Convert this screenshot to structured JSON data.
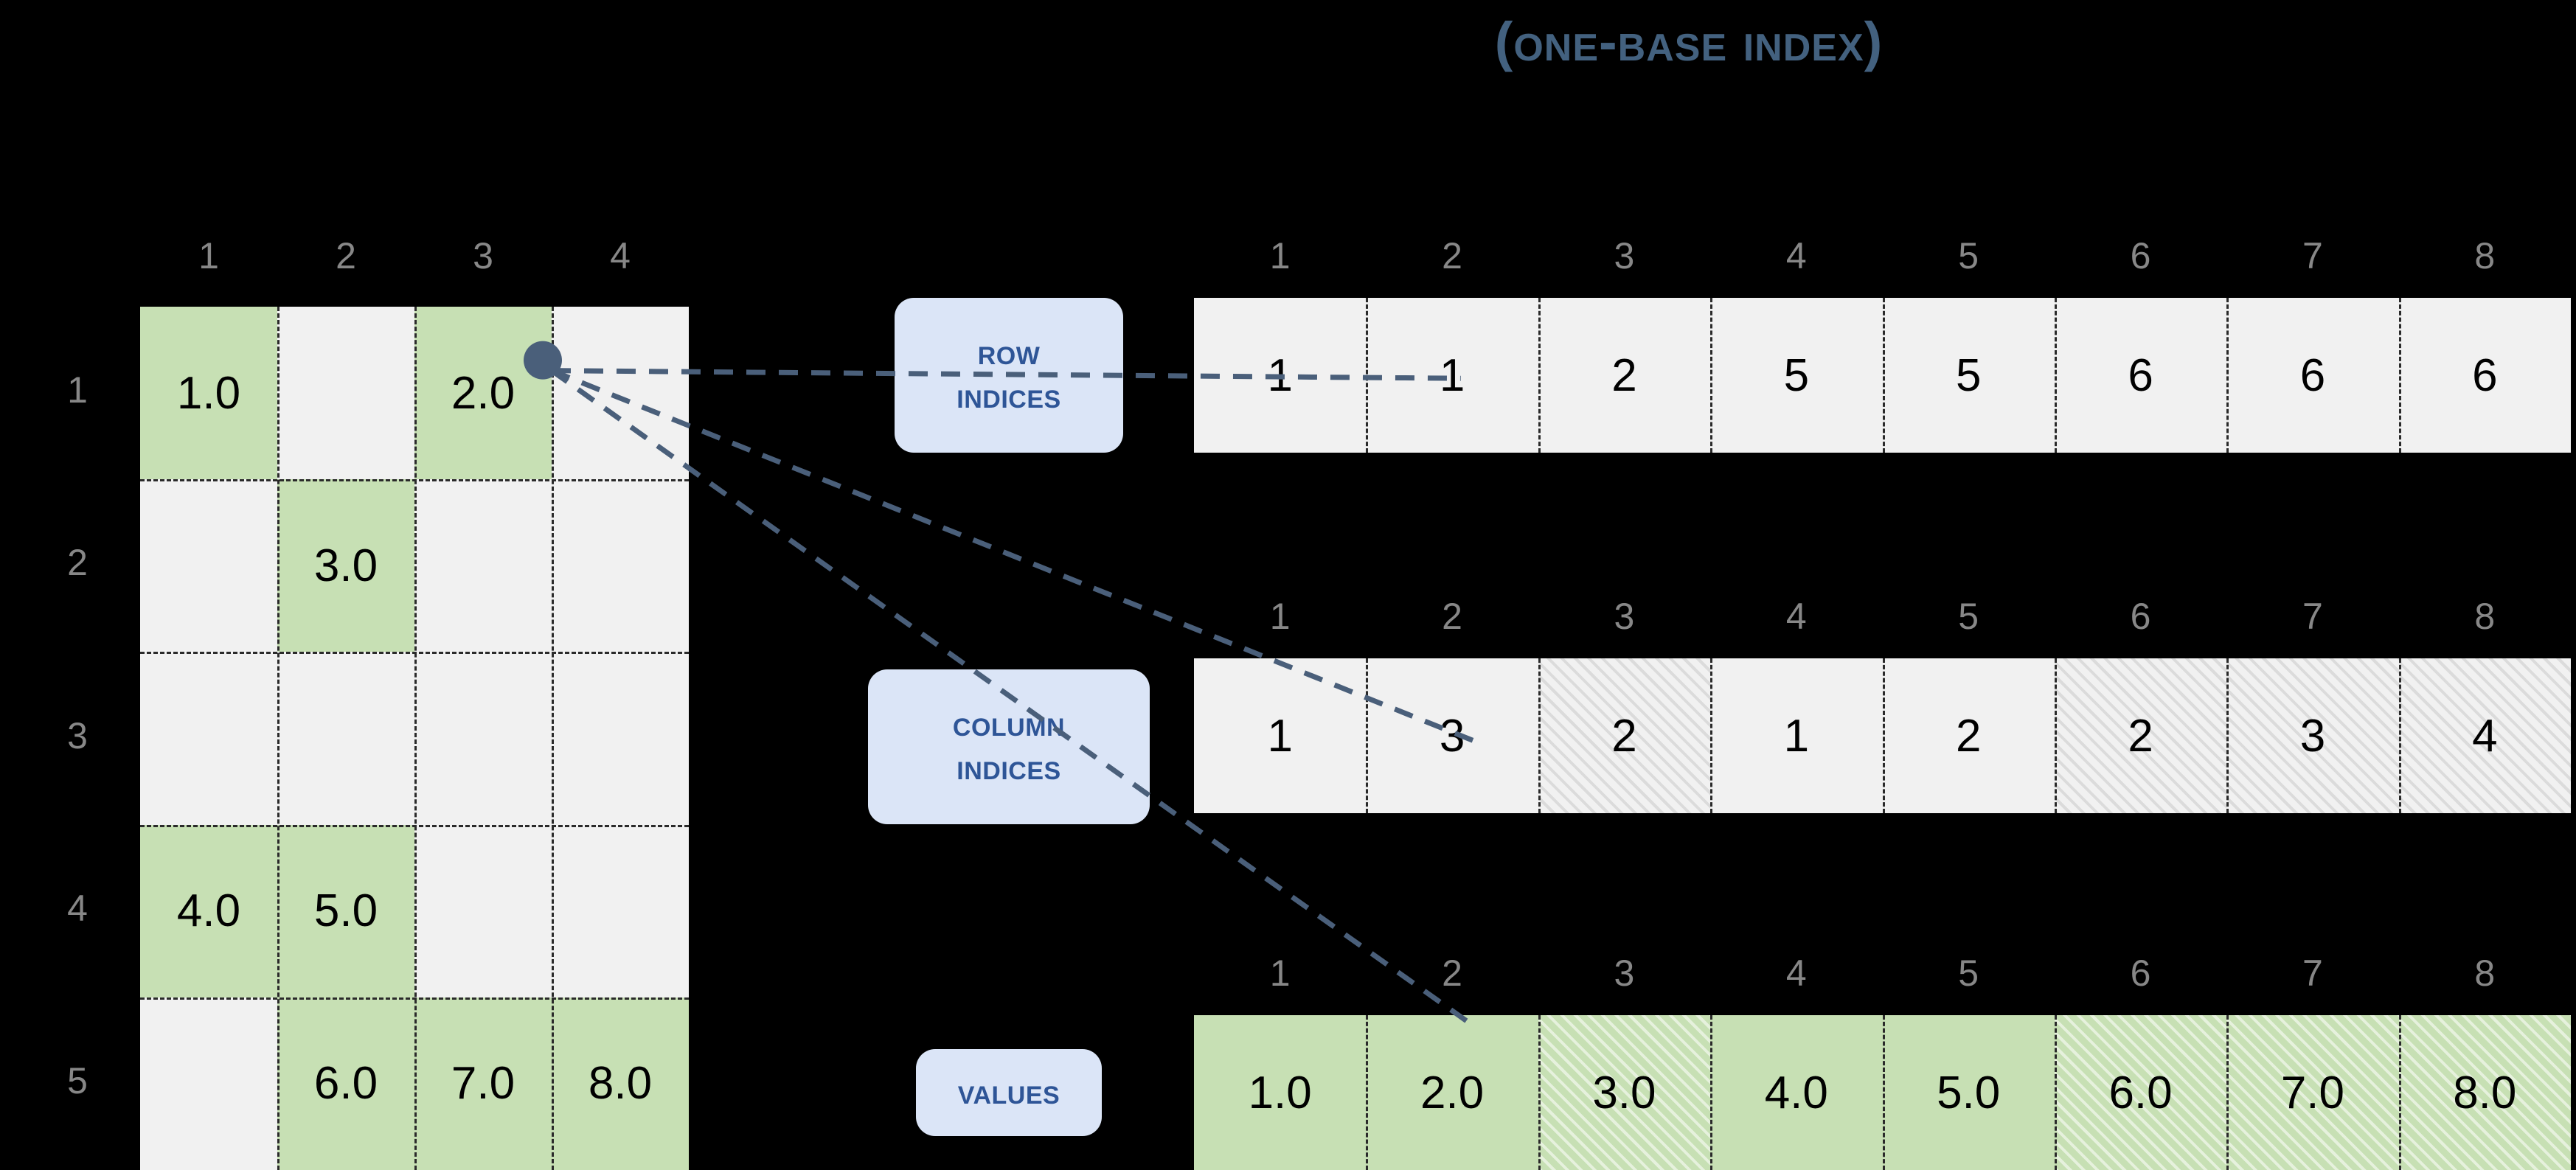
{
  "title": "(One-Base Index)",
  "colors": {
    "background": "#000000",
    "title_text": "#43617f",
    "cell_empty": "#f1f1f1",
    "cell_value": "#c7e0b4",
    "chip_bg": "#dbe5f7",
    "chip_text": "#2e5597",
    "index_label": "#878787",
    "connector": "#4a5f7a",
    "marker_dot": "#4a5f7a"
  },
  "matrix": {
    "column_headers": [
      "1",
      "2",
      "3",
      "4"
    ],
    "row_headers": [
      "1",
      "2",
      "3",
      "4",
      "5"
    ],
    "rows": [
      [
        {
          "value": "1.0",
          "filled": true
        },
        {
          "value": "",
          "filled": false
        },
        {
          "value": "2.0",
          "filled": true
        },
        {
          "value": "",
          "filled": false
        }
      ],
      [
        {
          "value": "",
          "filled": false
        },
        {
          "value": "3.0",
          "filled": true
        },
        {
          "value": "",
          "filled": false
        },
        {
          "value": "",
          "filled": false
        }
      ],
      [
        {
          "value": "",
          "filled": false
        },
        {
          "value": "",
          "filled": false
        },
        {
          "value": "",
          "filled": false
        },
        {
          "value": "",
          "filled": false
        }
      ],
      [
        {
          "value": "4.0",
          "filled": true
        },
        {
          "value": "5.0",
          "filled": true
        },
        {
          "value": "",
          "filled": false
        },
        {
          "value": "",
          "filled": false
        }
      ],
      [
        {
          "value": "",
          "filled": false
        },
        {
          "value": "6.0",
          "filled": true
        },
        {
          "value": "7.0",
          "filled": true
        },
        {
          "value": "8.0",
          "filled": true
        }
      ]
    ],
    "marker_cell": {
      "row": 1,
      "column": 3,
      "value": "2.0"
    }
  },
  "arrays": [
    {
      "id": "row-indices",
      "label_lines": [
        "Row",
        "Indices"
      ],
      "index_headers": [
        "1",
        "2",
        "3",
        "4",
        "5",
        "6",
        "7",
        "8"
      ],
      "cells": [
        {
          "value": "1",
          "hatched": false,
          "filled": false
        },
        {
          "value": "1",
          "hatched": false,
          "filled": false
        },
        {
          "value": "2",
          "hatched": false,
          "filled": false
        },
        {
          "value": "5",
          "hatched": false,
          "filled": false
        },
        {
          "value": "5",
          "hatched": false,
          "filled": false
        },
        {
          "value": "6",
          "hatched": false,
          "filled": false
        },
        {
          "value": "6",
          "hatched": false,
          "filled": false
        },
        {
          "value": "6",
          "hatched": false,
          "filled": false
        }
      ]
    },
    {
      "id": "column-indices",
      "label_lines": [
        "Column",
        "Indices"
      ],
      "index_headers": [
        "1",
        "2",
        "3",
        "4",
        "5",
        "6",
        "7",
        "8"
      ],
      "cells": [
        {
          "value": "1",
          "hatched": false,
          "filled": false
        },
        {
          "value": "3",
          "hatched": false,
          "filled": false
        },
        {
          "value": "2",
          "hatched": true,
          "filled": false
        },
        {
          "value": "1",
          "hatched": false,
          "filled": false
        },
        {
          "value": "2",
          "hatched": false,
          "filled": false
        },
        {
          "value": "2",
          "hatched": true,
          "filled": false
        },
        {
          "value": "3",
          "hatched": true,
          "filled": false
        },
        {
          "value": "4",
          "hatched": true,
          "filled": false
        }
      ]
    },
    {
      "id": "values",
      "label_lines": [
        "Values"
      ],
      "index_headers": [
        "1",
        "2",
        "3",
        "4",
        "5",
        "6",
        "7",
        "8"
      ],
      "cells": [
        {
          "value": "1.0",
          "hatched": false,
          "filled": true
        },
        {
          "value": "2.0",
          "hatched": false,
          "filled": true
        },
        {
          "value": "3.0",
          "hatched": true,
          "filled": true
        },
        {
          "value": "4.0",
          "hatched": false,
          "filled": true
        },
        {
          "value": "5.0",
          "hatched": false,
          "filled": true
        },
        {
          "value": "6.0",
          "hatched": true,
          "filled": true
        },
        {
          "value": "7.0",
          "hatched": true,
          "filled": true
        },
        {
          "value": "8.0",
          "hatched": true,
          "filled": true
        }
      ]
    }
  ],
  "connectors": [
    {
      "from": "matrix-marker",
      "to": "row-indices-cell-2"
    },
    {
      "from": "matrix-marker",
      "to": "column-indices-cell-2"
    },
    {
      "from": "matrix-marker",
      "to": "values-cell-2"
    }
  ]
}
